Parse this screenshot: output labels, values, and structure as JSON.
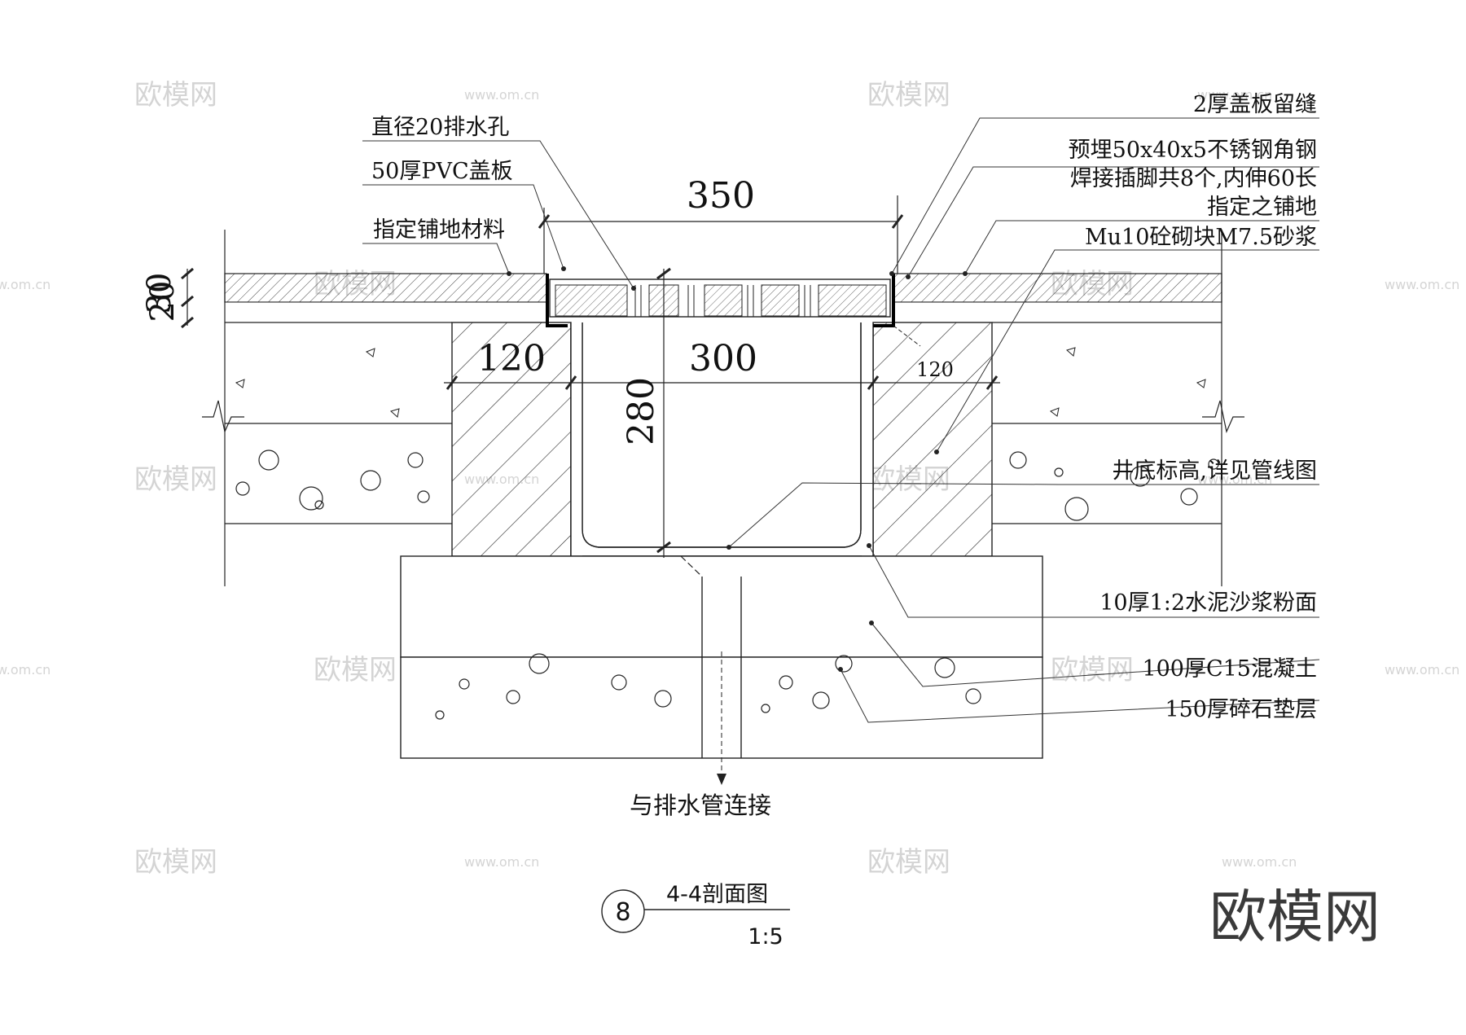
{
  "labels": {
    "drain_hole": "直径20排水孔",
    "pvc_cover": "50厚PVC盖板",
    "floor_material": "指定铺地材料",
    "cover_gap": "2厚盖板留缝",
    "angle_steel_1": "预埋50x40x5不锈钢角钢",
    "angle_steel_2": "焊接插脚共8个,内伸60长",
    "designated_paving": "指定之铺地",
    "masonry": "Mu10砼砌块M7.5砂浆",
    "well_bottom": "井底标高,详见管线图",
    "mortar": "10厚1:2水泥沙浆粉面",
    "concrete": "100厚C15混凝土",
    "gravel": "150厚碎石垫层",
    "pipe_connection": "与排水管连接"
  },
  "dimensions": {
    "d350": "350",
    "d120": "120",
    "d300": "300",
    "d280": "280",
    "d120_small": "120",
    "left_stack_1": "20",
    "left_stack_2": "30"
  },
  "title_block": {
    "number": "8",
    "name": "4-4剖面图",
    "scale": "1:5"
  },
  "watermark": {
    "brand": "欧模网",
    "url": "www.om.cn"
  }
}
